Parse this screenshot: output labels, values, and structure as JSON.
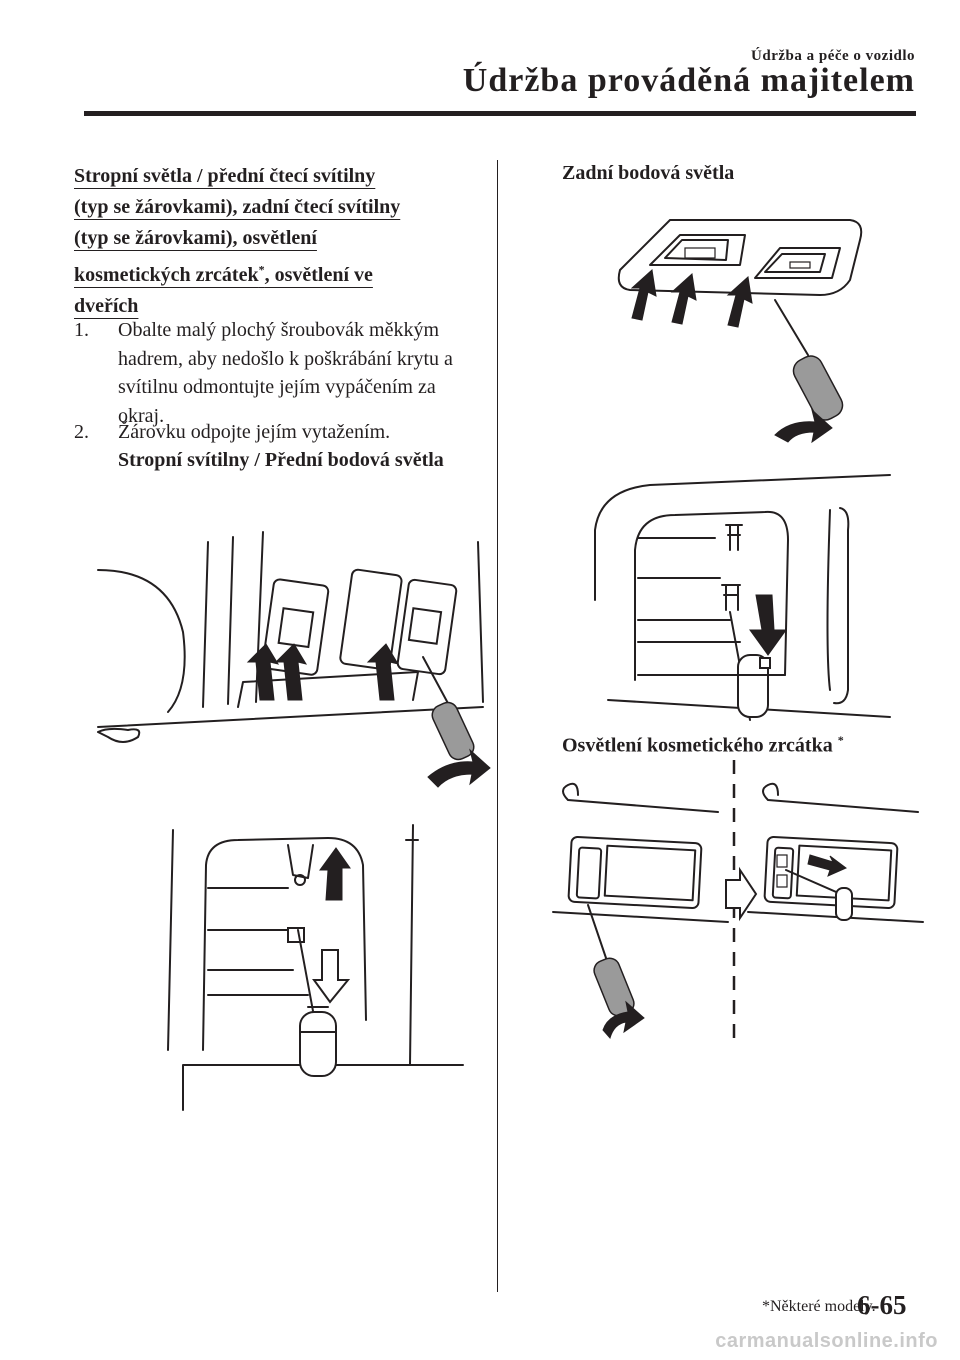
{
  "header": {
    "chapter": "Údržba a péče o vozidlo",
    "title": "Údržba prováděná majitelem"
  },
  "section": {
    "title_lines": [
      "Stropní světla / přední čtecí svítilny",
      "(typ se žárovkami), zadní čtecí svítilny",
      "(typ se žárovkami), osvětlení",
      "kosmetických zrcátek",
      ", osvětlení ve",
      "dveřích"
    ],
    "asterisk": "*"
  },
  "steps": [
    {
      "num": "1.",
      "text": "Obalte malý plochý šroubovák měkkým hadrem, aby nedošlo k poškrábání krytu a svítilnu odmontujte jejím vypáčením za okraj."
    },
    {
      "num": "2.",
      "text": "Žárovku odpojte jejím vytažením."
    }
  ],
  "subheadings": {
    "ceiling": "Stropní svítilny / Přední bodová světla",
    "rear": "Zadní bodová světla",
    "vanity": "Osvětlení kosmetického zrcátka",
    "vanity_asterisk": "*"
  },
  "footer": {
    "footnote": "*Některé modely.",
    "page": "6-65",
    "watermark": "carmanualsonline.info"
  },
  "illustrations": [
    {
      "id": "ceiling-lamp-removal",
      "icons": [
        "screwdriver-icon",
        "up-arrow-icon",
        "curved-arrow-icon"
      ]
    },
    {
      "id": "ceiling-bulb-removal",
      "icons": [
        "bulb-icon",
        "up-arrow-icon",
        "down-arrow-icon"
      ]
    },
    {
      "id": "rear-lamp-removal",
      "icons": [
        "screwdriver-icon",
        "up-arrow-icon",
        "curved-arrow-icon"
      ]
    },
    {
      "id": "rear-bulb-removal",
      "icons": [
        "bulb-icon",
        "down-arrow-icon"
      ]
    },
    {
      "id": "vanity-lamp-removal",
      "icons": [
        "screwdriver-icon",
        "curved-arrow-icon",
        "right-arrow-icon",
        "bulb-icon"
      ]
    }
  ]
}
